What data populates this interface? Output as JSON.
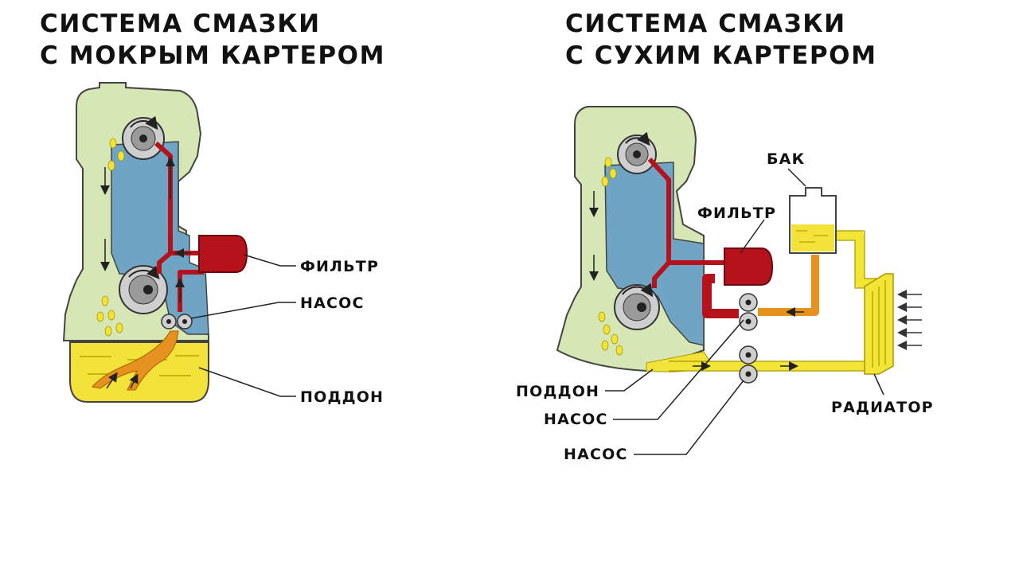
{
  "left": {
    "title_line1": "СИСТЕМА СМАЗКИ",
    "title_line2": "С МОКРЫМ КАРТЕРОМ",
    "labels": {
      "filter": "ФИЛЬТР",
      "pump": "НАСОС",
      "sump": "ПОДДОН"
    }
  },
  "right": {
    "title_line1": "СИСТЕМА СМАЗКИ",
    "title_line2": "С СУХИМ КАРТЕРОМ",
    "labels": {
      "tank": "БАК",
      "filter": "ФИЛЬТР",
      "sump": "ПОДДОН",
      "pump1": "НАСОС",
      "pump2": "НАСОС",
      "radiator": "РАДИАТОР"
    }
  },
  "colors": {
    "engine_body": "#d6e6b4",
    "water_jacket": "#6fa4c4",
    "oil_hot": "#b5121b",
    "oil_return": "#e6921e",
    "oil_cold": "#f3e535",
    "sump_oil": "#f2e23a",
    "outline": "#444444"
  }
}
